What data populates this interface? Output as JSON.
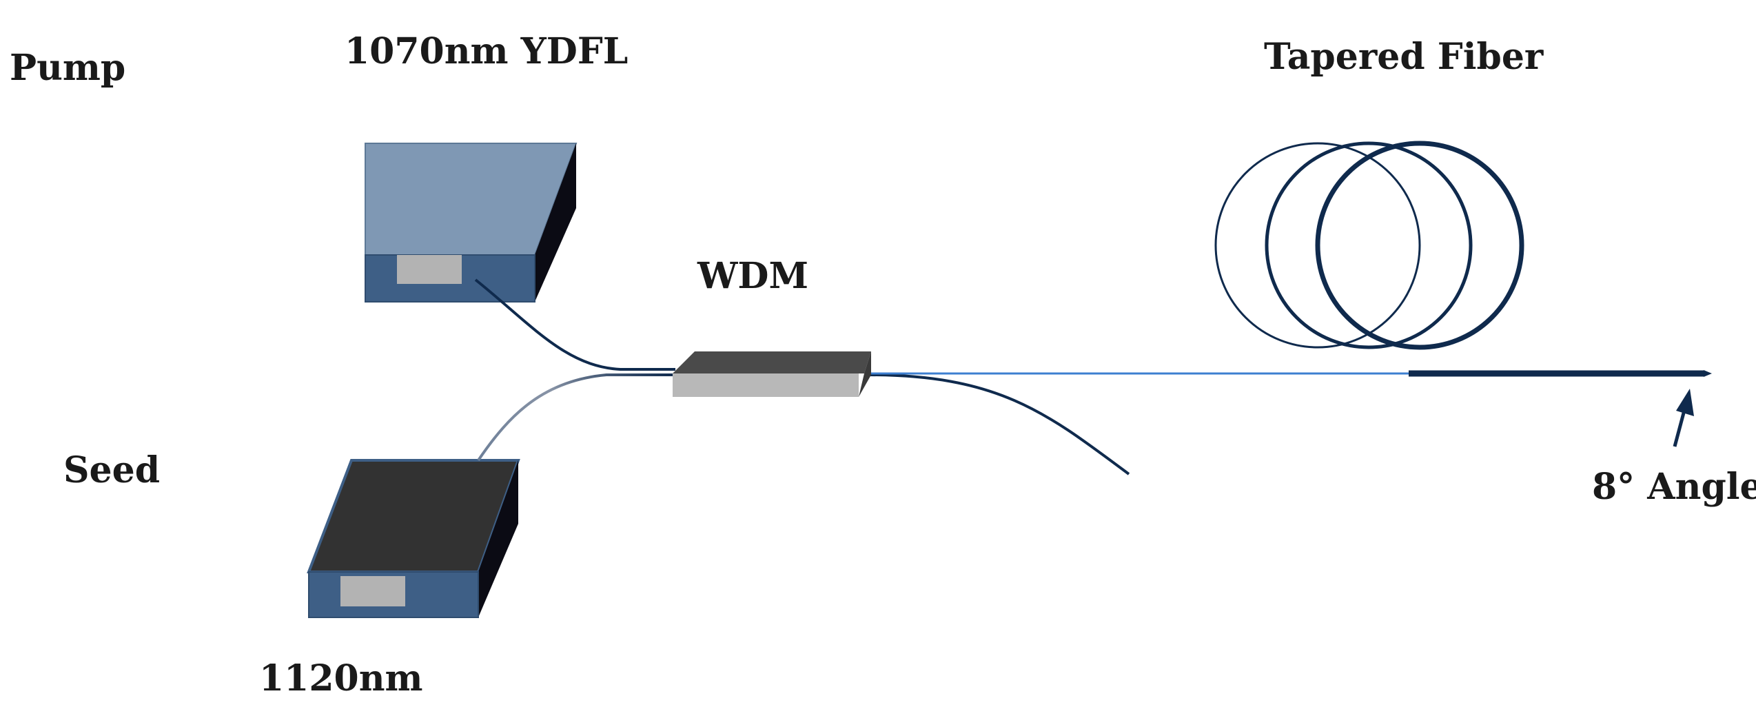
{
  "labels": {
    "pump": "Pump",
    "pump_source": "1070nm YDFL",
    "seed": "Seed",
    "seed_source": "1120nm",
    "wdm": "WDM",
    "tapered_fiber": "Tapered Fiber",
    "angle": "8° Angle"
  },
  "colors": {
    "pump_box_top": "#7f98b4",
    "pump_box_front": "#3e5f86",
    "pump_box_side": "#0b0b14",
    "seed_box_top": "#323232",
    "seed_box_front": "#3e5f86",
    "seed_box_side": "#0b0b14",
    "port": "#b3b3b3",
    "fiber_dark": "#0f2a4d",
    "fiber_light": "#6d7f98",
    "fiber_blue": "#3d7fd0",
    "wdm_top": "#4a4a4a",
    "wdm_front": "#b8b8b8",
    "coil": "#0f2a4d"
  },
  "icons": {
    "pump_laser": "laser-box-icon",
    "seed_laser": "laser-box-icon",
    "wdm": "coupler-icon",
    "coil": "fiber-coil-icon",
    "arrow": "arrow-up-icon"
  }
}
